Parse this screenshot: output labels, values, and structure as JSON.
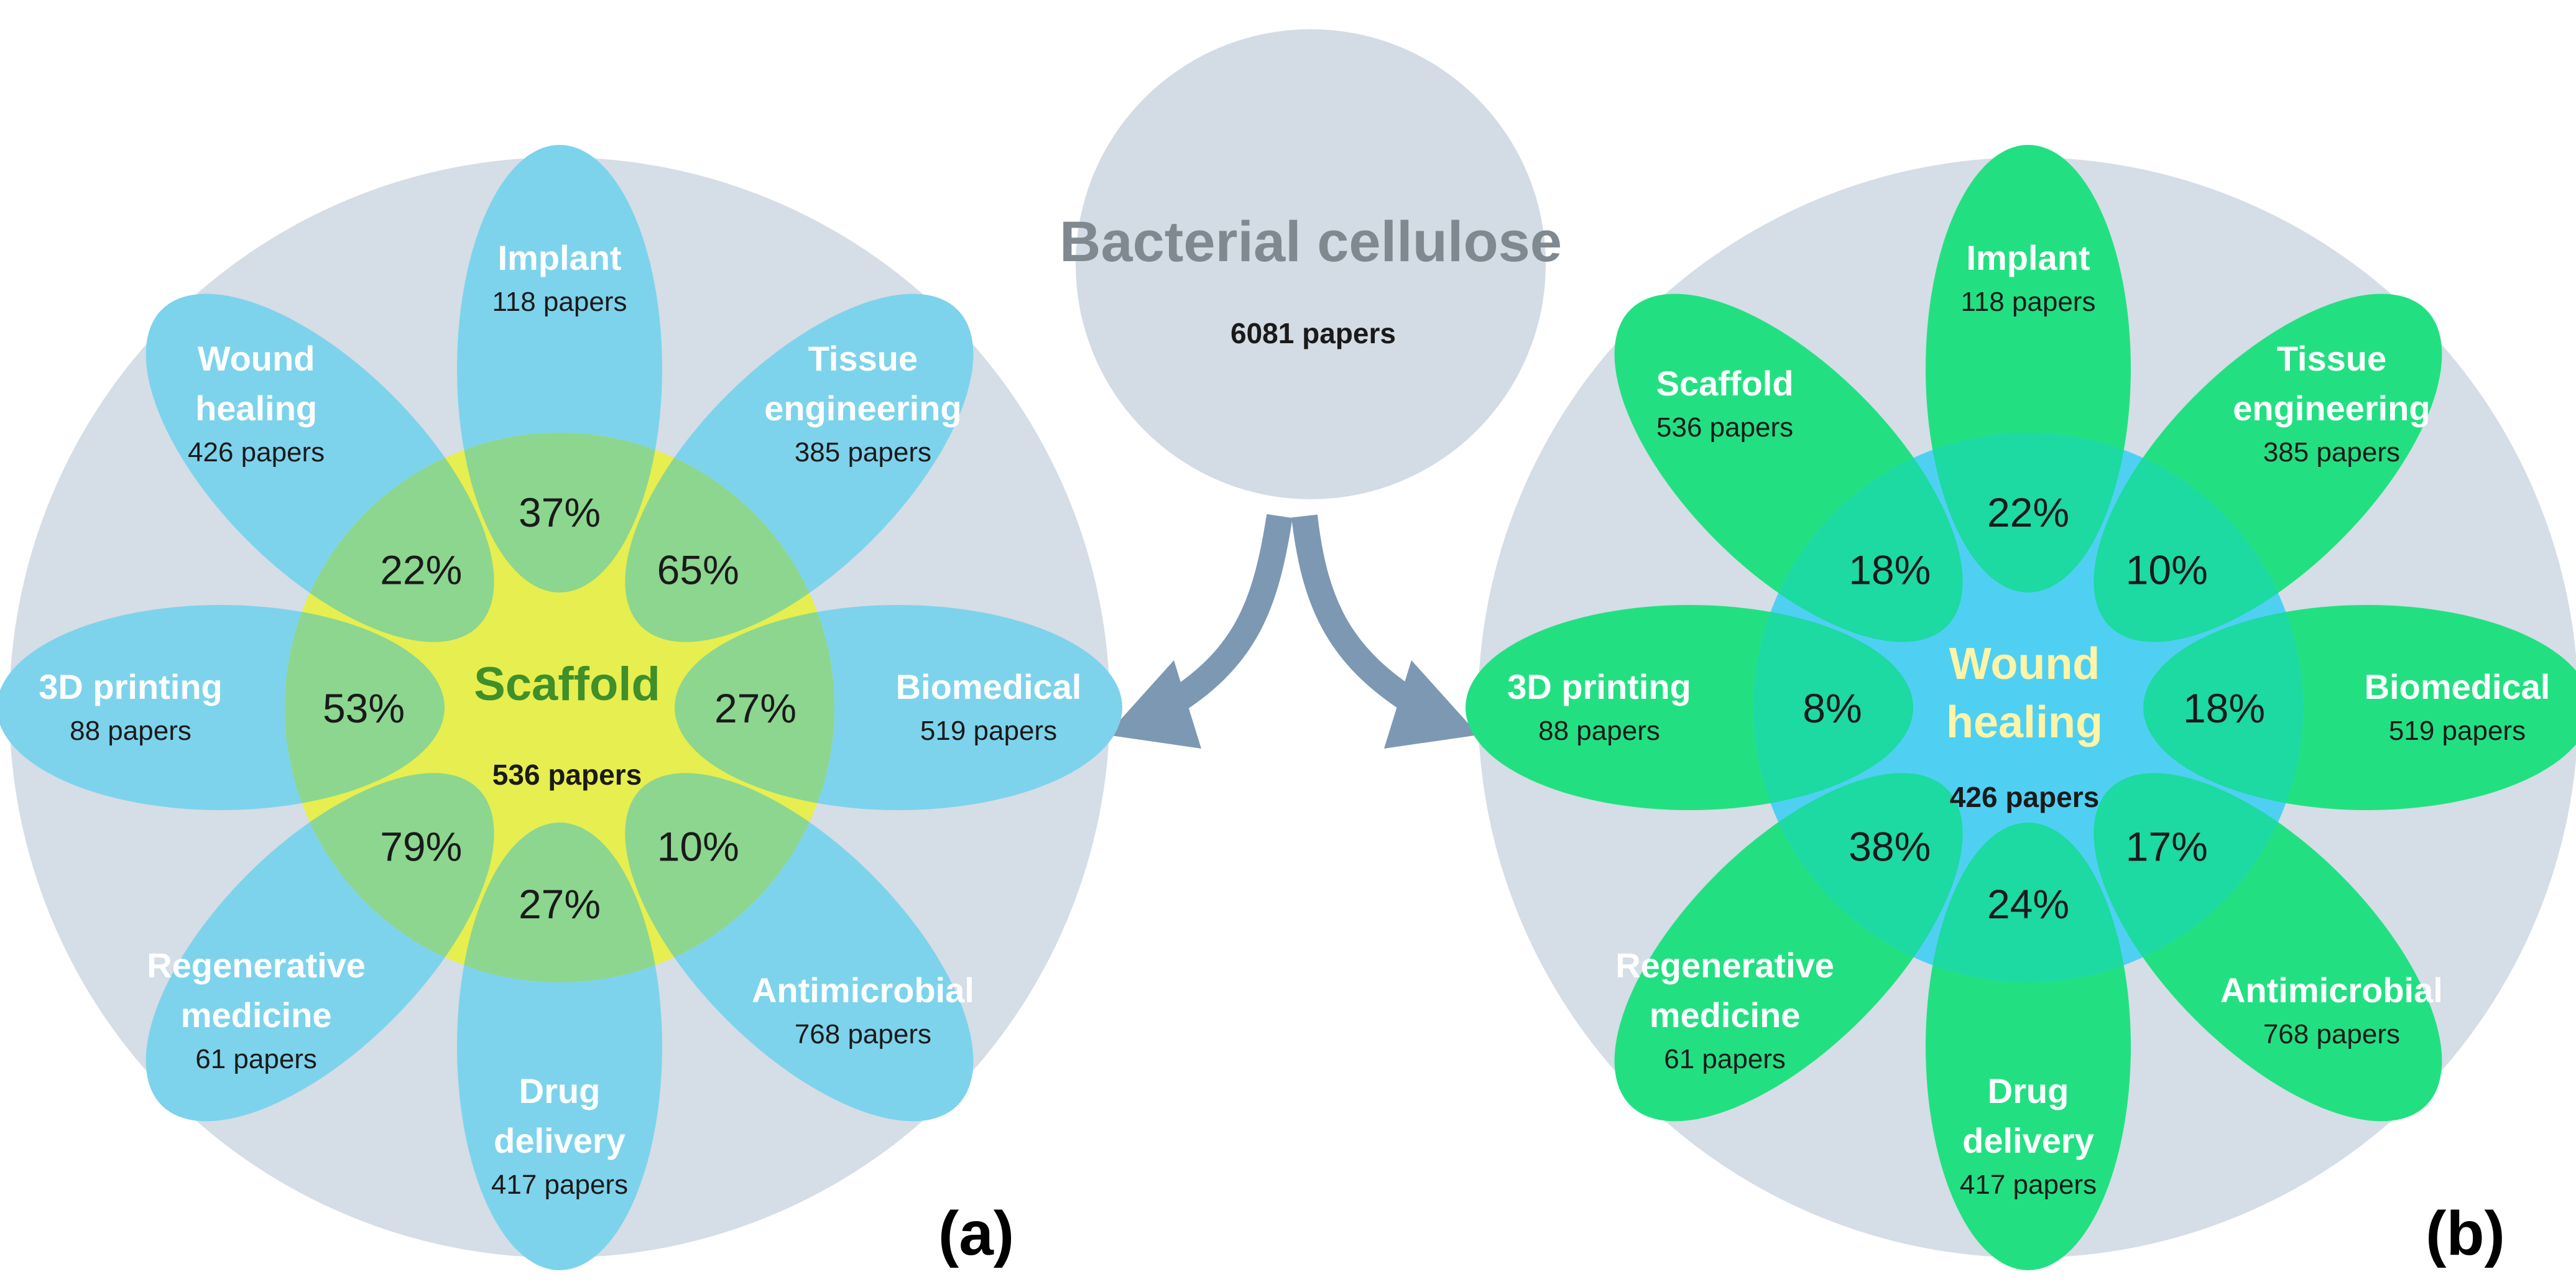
{
  "top": {
    "title": "Bacterial cellulose",
    "papers": "6081 papers"
  },
  "panel_a": {
    "tag": "(a)",
    "center": {
      "title": "Scaffold",
      "papers": "536 papers"
    },
    "petals": [
      {
        "name": [
          "Implant"
        ],
        "papers": "118 papers",
        "overlap": "37%"
      },
      {
        "name": [
          "Tissue",
          "engineering"
        ],
        "papers": "385 papers",
        "overlap": "65%"
      },
      {
        "name": [
          "Biomedical"
        ],
        "papers": "519 papers",
        "overlap": "27%"
      },
      {
        "name": [
          "Antimicrobial"
        ],
        "papers": "768 papers",
        "overlap": "10%"
      },
      {
        "name": [
          "Drug",
          "delivery"
        ],
        "papers": "417 papers",
        "overlap": "27%"
      },
      {
        "name": [
          "Regenerative",
          "medicine"
        ],
        "papers": "61 papers",
        "overlap": "79%"
      },
      {
        "name": [
          "3D printing"
        ],
        "papers": "88 papers",
        "overlap": "53%"
      },
      {
        "name": [
          "Wound",
          "healing"
        ],
        "papers": "426 papers",
        "overlap": "22%"
      }
    ]
  },
  "panel_b": {
    "tag": "(b)",
    "center": {
      "title": [
        "Wound",
        "healing"
      ],
      "papers": "426 papers"
    },
    "petals": [
      {
        "name": [
          "Implant"
        ],
        "papers": "118 papers",
        "overlap": "22%"
      },
      {
        "name": [
          "Tissue",
          "engineering"
        ],
        "papers": "385 papers",
        "overlap": "10%"
      },
      {
        "name": [
          "Biomedical"
        ],
        "papers": "519 papers",
        "overlap": "18%"
      },
      {
        "name": [
          "Antimicrobial"
        ],
        "papers": "768 papers",
        "overlap": "17%"
      },
      {
        "name": [
          "Drug",
          "delivery"
        ],
        "papers": "417 papers",
        "overlap": "24%"
      },
      {
        "name": [
          "Regenerative",
          "medicine"
        ],
        "papers": "61 papers",
        "overlap": "38%"
      },
      {
        "name": [
          "3D printing"
        ],
        "papers": "88 papers",
        "overlap": "8%"
      },
      {
        "name": [
          "Scaffold"
        ],
        "papers": "536 papers",
        "overlap": "18%"
      }
    ]
  },
  "colors": {
    "background_circle": "#d5dde6",
    "top_circle": "#d3dbe4",
    "arrow": "#7d98b3",
    "petal_a": "#7dd3ec",
    "center_a": "#e7ee4f",
    "overlap_a": "#8cd68f",
    "center_a_title": "#3f8f2a",
    "petal_b": "#22e082",
    "center_b": "#4fd0f2",
    "overlap_b": "#1dd9a2",
    "center_b_title": "#fff4a8",
    "petal_text": "#ffffff",
    "body_text": "#1a1a1a"
  }
}
